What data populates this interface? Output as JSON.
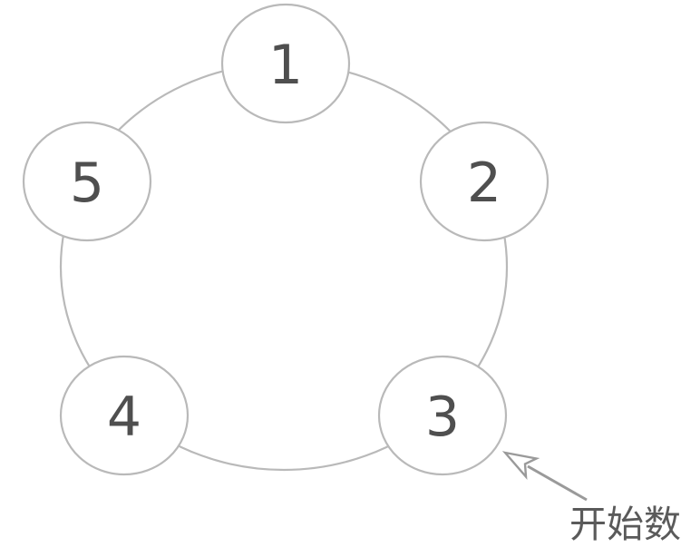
{
  "diagram": {
    "type": "circular-counting-ring",
    "nodes": [
      {
        "label": "1"
      },
      {
        "label": "2"
      },
      {
        "label": "3"
      },
      {
        "label": "4"
      },
      {
        "label": "5"
      }
    ],
    "annotation": {
      "label": "开始数",
      "target_node": "3"
    }
  },
  "colors": {
    "background": "#ffffff",
    "circle_stroke": "#b9b9b9",
    "number_text": "#4f4f4f",
    "arrow": "#9a9a9a",
    "annotation_text": "#5a5a5a"
  }
}
